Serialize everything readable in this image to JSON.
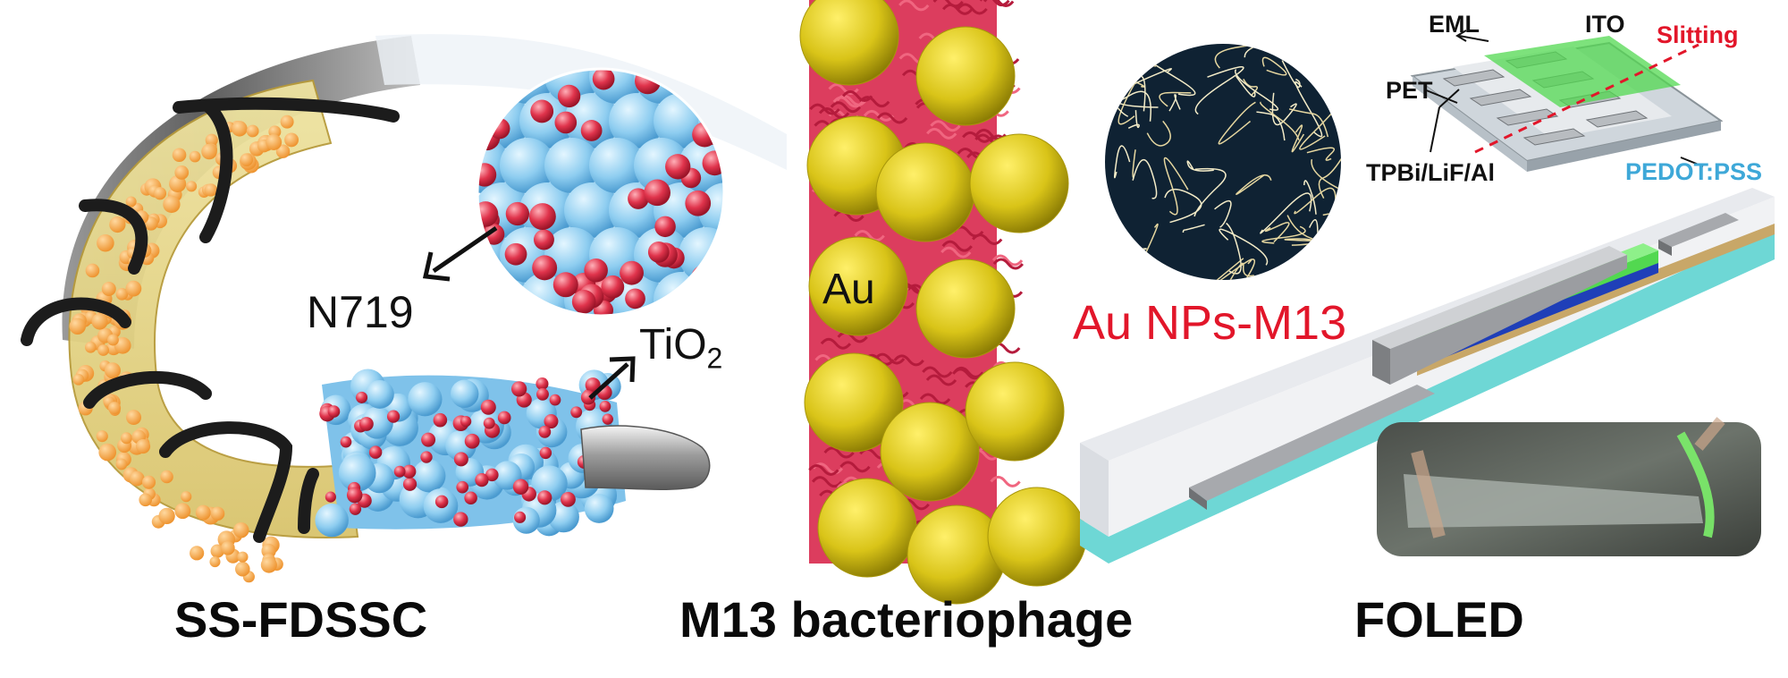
{
  "panels": {
    "ssfdssc": {
      "caption": "SS-FDSSC",
      "label_dye": "N719",
      "label_tio2": "TiO",
      "label_tio2_sub": "2"
    },
    "m13": {
      "caption": "M13 bacteriophage",
      "label_au": "Au",
      "label_au_nps": "Au NPs-M13"
    },
    "foled": {
      "caption": "FOLED",
      "label_eml": "EML",
      "label_ito": "ITO",
      "label_slitting": "Slitting",
      "label_pet": "PET",
      "label_cathode": "TPBi/LiF/Al",
      "label_pedot": "PEDOT:PSS"
    }
  },
  "colors": {
    "tio2_blue": "#8ecdf0",
    "dye_red": "#e0344c",
    "au_yellow": "#d9c418",
    "m13_red": "#d8284c",
    "slitting_red": "#e2162a",
    "pedot_blue": "#3ea8d8",
    "emitter_green": "#52d850",
    "substrate_teal": "#6ed7d5",
    "wire_black": "#1c1c1c"
  }
}
